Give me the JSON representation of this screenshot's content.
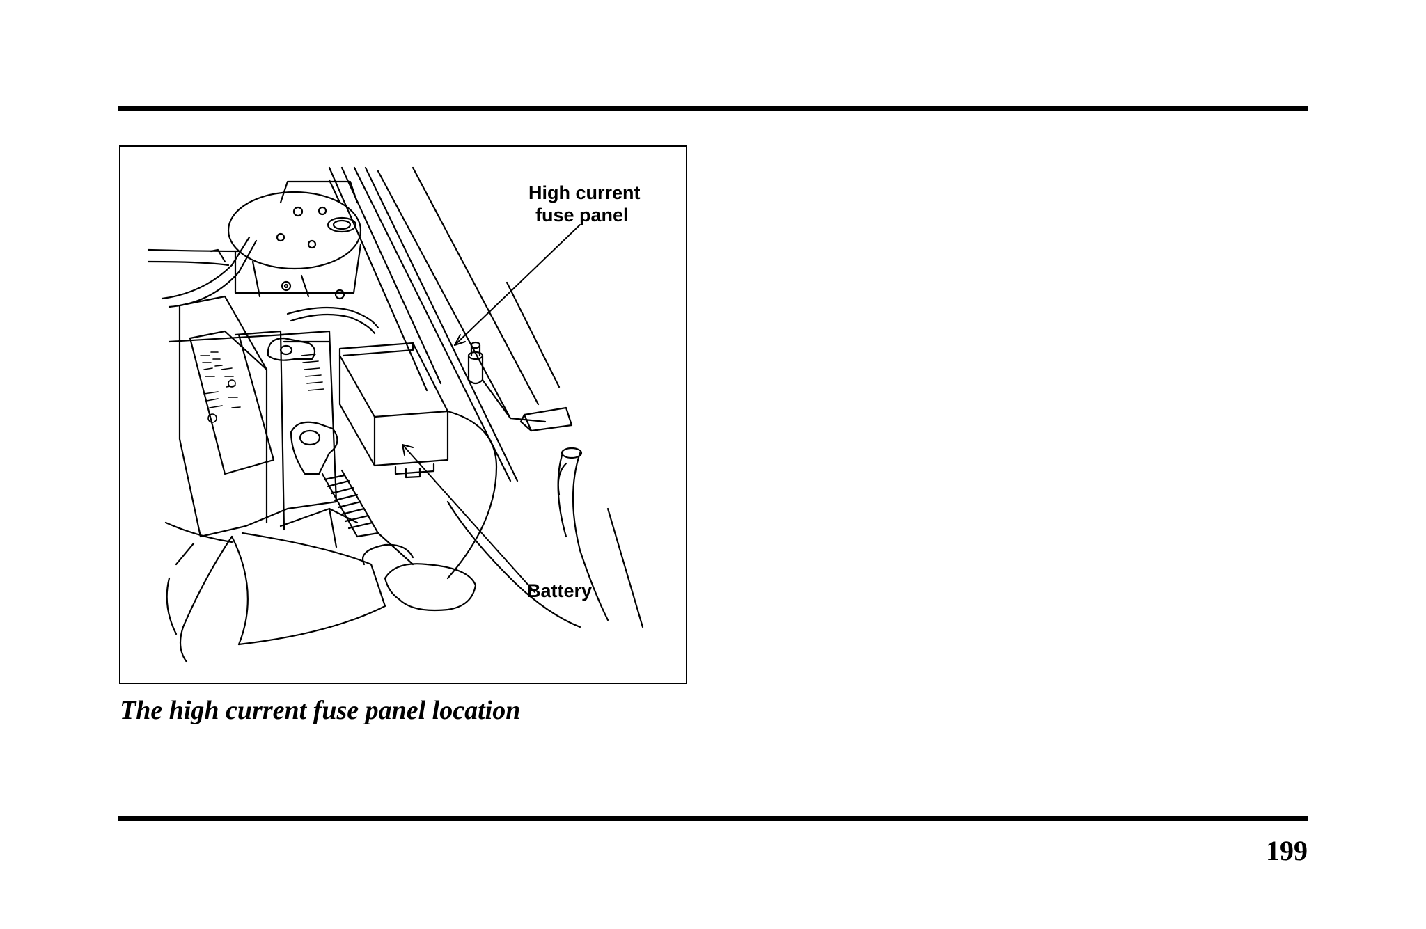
{
  "figure": {
    "labels": {
      "fuse_panel_line1": "High current",
      "fuse_panel_line2": "fuse panel",
      "battery": "Battery"
    }
  },
  "caption": "The high current fuse panel location",
  "page_number": "199"
}
